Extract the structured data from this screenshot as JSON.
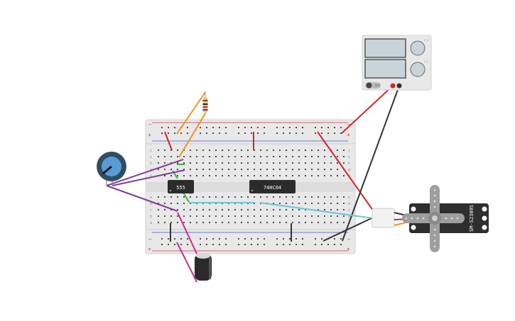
{
  "breadboard": {
    "plus_label": "+",
    "minus_label": "−",
    "row_letters_top": [
      "j",
      "i",
      "h",
      "g",
      "f"
    ],
    "row_letters_bottom": [
      "e",
      "d",
      "c",
      "b",
      "a"
    ],
    "column_count": 30
  },
  "chips": {
    "timer": {
      "label": "555"
    },
    "inverter": {
      "label": "74HC04"
    }
  },
  "power_supply": {
    "toggle_label": "OFF",
    "knob1_label": "C.V",
    "knob2_label": "C.C"
  },
  "servo": {
    "label": "SM-S2309S"
  },
  "colors": {
    "breadboard_bg": "#e5e5e5",
    "hole": "#4a4a4a",
    "rail_red": "#d43a3a",
    "rail_blue": "#3a5ad4",
    "wire_orange": "#f0921e",
    "wire_purple": "#7d3f98",
    "wire_green": "#3cb043",
    "wire_cyan": "#6ec6d8",
    "wire_red": "#d42525",
    "wire_black": "#333333",
    "wire_magenta": "#c72c8c",
    "chip": "#2b2b2b",
    "pot_body": "#2f4f60",
    "pot_knob": "#5b9bd5"
  }
}
